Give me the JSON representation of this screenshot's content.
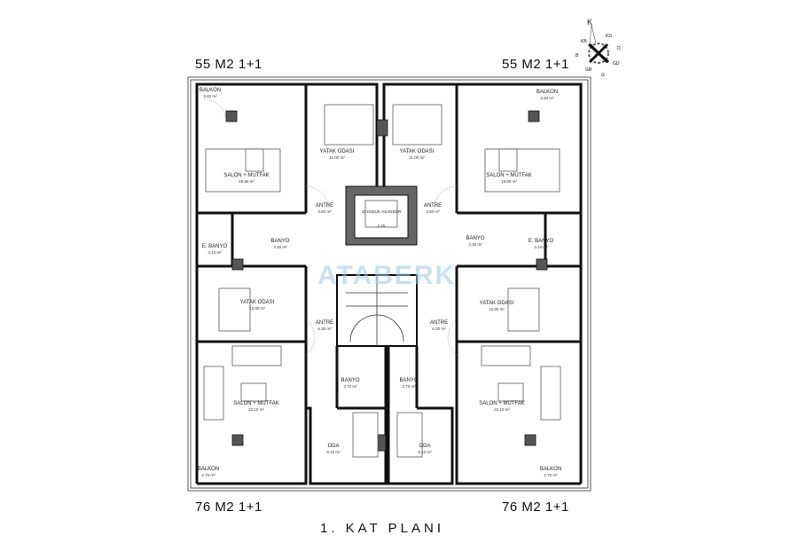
{
  "unit_labels": {
    "top_left": "55 M2 1+1",
    "top_right": "55 M2 1+1",
    "bottom_left": "76 M2 1+1",
    "bottom_right": "76 M2 1+1"
  },
  "plan_title": "1. KAT PLANI",
  "watermark": "ATABERK",
  "compass": {
    "north": "K",
    "nw": "KB",
    "ne": "KD",
    "west": "B",
    "east": "D",
    "sw": "GB",
    "se": "GD",
    "south": "G"
  },
  "rooms": [
    {
      "name": "BALKON",
      "area": "3.40 m²"
    },
    {
      "name": "SALON + MUTFAK",
      "area": "19.60 m²"
    },
    {
      "name": "YATAK ODASI",
      "area": "11.00 m²"
    },
    {
      "name": "ANTRE",
      "area": "3.60 m²"
    },
    {
      "name": "BANYO",
      "area": "4.30 m²"
    },
    {
      "name": "E. BANYO",
      "area": "3.10 m²"
    },
    {
      "name": "YATAK ODASI",
      "area": "11.00 m²"
    },
    {
      "name": "SALON + MUTFAK",
      "area": "19.60 m²"
    },
    {
      "name": "BALKON",
      "area": "3.40 m²"
    },
    {
      "name": "ANTRE",
      "area": "3.60 m²"
    },
    {
      "name": "BANYO",
      "area": "4.30 m²"
    },
    {
      "name": "E. BANYO",
      "area": "3.10 m²"
    },
    {
      "name": "10 KİŞİLİK ASANSÖR",
      "area": "2.25"
    },
    {
      "name": "YATAK ODASI",
      "area": "12.80 m²"
    },
    {
      "name": "ANTRE",
      "area": "6.30 m²"
    },
    {
      "name": "SALON + MUTFAK",
      "area": "22.10 m²"
    },
    {
      "name": "BALKON",
      "area": "2.70 m²"
    },
    {
      "name": "BANYO",
      "area": "3.70 m²"
    },
    {
      "name": "ODA",
      "area": "8.10 m²"
    },
    {
      "name": "BANYO",
      "area": "3.70 m²"
    },
    {
      "name": "ODA",
      "area": "8.10 m²"
    },
    {
      "name": "ANTRE",
      "area": "6.30 m²"
    },
    {
      "name": "YATAK ODASI",
      "area": "12.80 m²"
    },
    {
      "name": "SALON + MUTFAK",
      "area": "22.10 m²"
    },
    {
      "name": "BALKON",
      "area": "2.70 m²"
    }
  ]
}
